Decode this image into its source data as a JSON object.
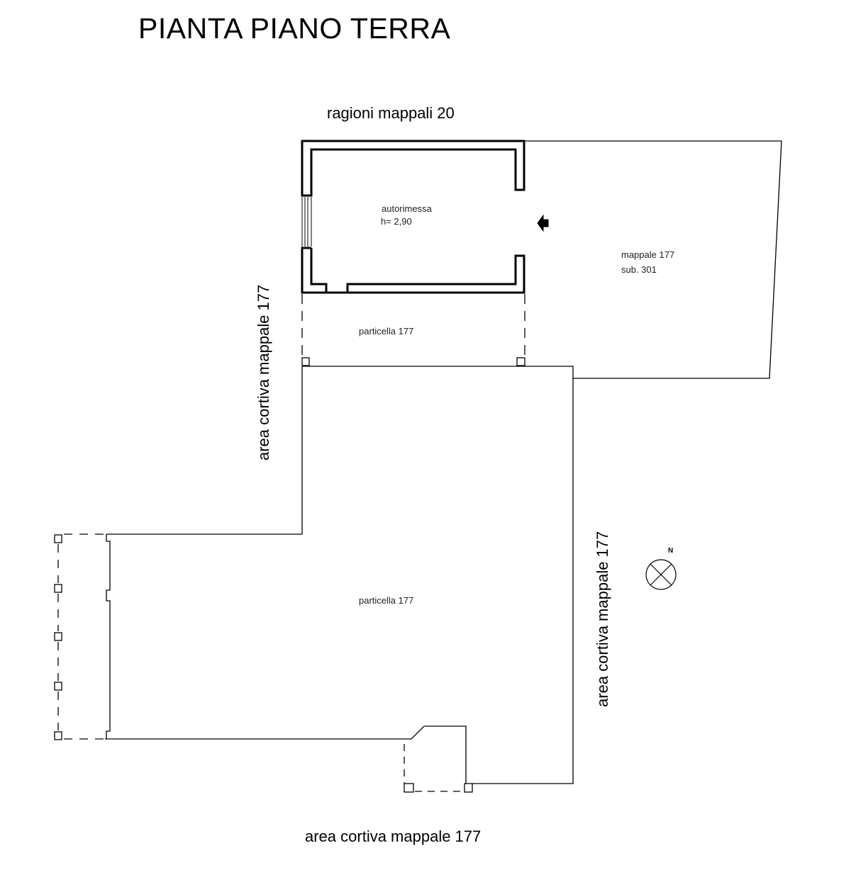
{
  "title": "PIANTA PIANO TERRA",
  "labels": {
    "top_border": "ragioni mappali 20",
    "left_border": "area cortiva mappale 177",
    "right_border": "area cortiva mappale 177",
    "bottom_border": "area cortiva mappale 177",
    "garage_name": "autorimessa",
    "garage_height": "h= 2,90",
    "right_lot_name": "mappale 177",
    "right_lot_sub": "sub. 301",
    "strip_parcel": "particella 177",
    "main_parcel": "particella 177",
    "north": "N"
  },
  "icons": {
    "entrance": "entrance-arrow-icon",
    "north": "north-compass-icon"
  }
}
